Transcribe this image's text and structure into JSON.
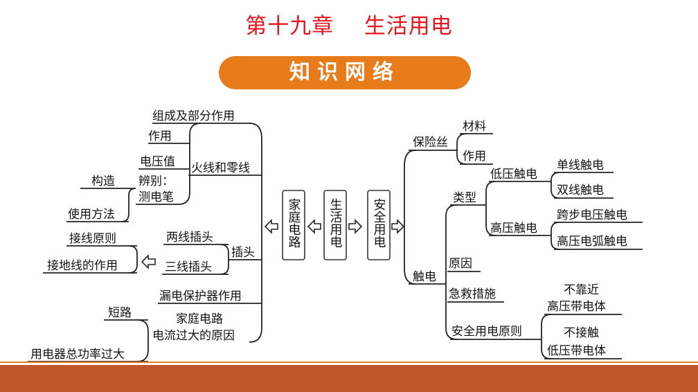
{
  "title": "第十九章    生活用电",
  "banner": "知识网络",
  "colors": {
    "title": "#e8141d",
    "banner_bg": "#e87c1b",
    "bottom_bar": "#c1562a"
  },
  "center": {
    "left": "家庭电路",
    "middle": "生活用电",
    "right": "安全用电"
  },
  "left_branch": {
    "huoxian": "火线和零线",
    "huoxian_items": [
      "组成及部分作用",
      "作用",
      "电压值"
    ],
    "bianbie": "辨别：",
    "cediabi": "测电笔",
    "cediabi_items": [
      "构造",
      "使用方法"
    ],
    "chatou": "插头",
    "chatou_items": [
      "两线插头",
      "三线插头"
    ],
    "sanxian_items": [
      "接线原则",
      "接地线的作用"
    ],
    "loudian": "漏电保护器作用",
    "guoda_line1": "家庭电路",
    "guoda_line2": "电流过大的原因",
    "guoda_items": [
      "短路",
      "用电器总功率过大"
    ]
  },
  "right_branch": {
    "baoxiansi": "保险丝",
    "baoxiansi_items": [
      "材料",
      "作用"
    ],
    "chudian": "触电",
    "leixing": "类型",
    "diya": "低压触电",
    "diya_items": [
      "单线触电",
      "双线触电"
    ],
    "gaoya": "高压触电",
    "gaoya_items": [
      "跨步电压触电",
      "高压电弧触电"
    ],
    "yuanyin": "原因",
    "jijiu": "急救措施",
    "yuanze": "安全用电原则",
    "yuanze_items": [
      {
        "line1": "不靠近",
        "line2": "高压带电体"
      },
      {
        "line1": "不接触",
        "line2": "低压带电体"
      }
    ]
  }
}
